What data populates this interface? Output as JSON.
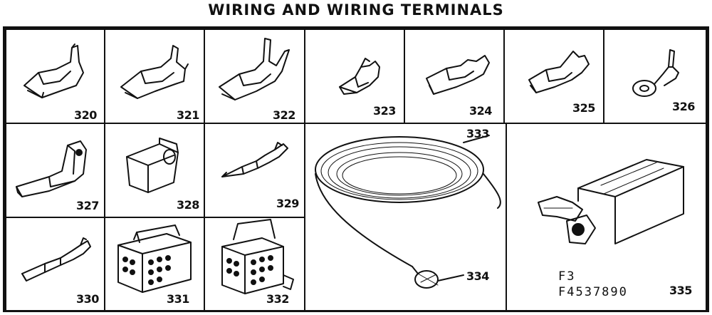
{
  "title": "WIRING AND WIRING TERMINALS",
  "parts": {
    "p320": "320",
    "p321": "321",
    "p322": "322",
    "p323": "323",
    "p324": "324",
    "p325": "325",
    "p326": "326",
    "p327": "327",
    "p328": "328",
    "p329": "329",
    "p330": "330",
    "p331": "331",
    "p332": "332",
    "p333": "333",
    "p334": "334",
    "p335": "335"
  },
  "kit_label": {
    "line1": "F3",
    "line2": "F4537890"
  }
}
